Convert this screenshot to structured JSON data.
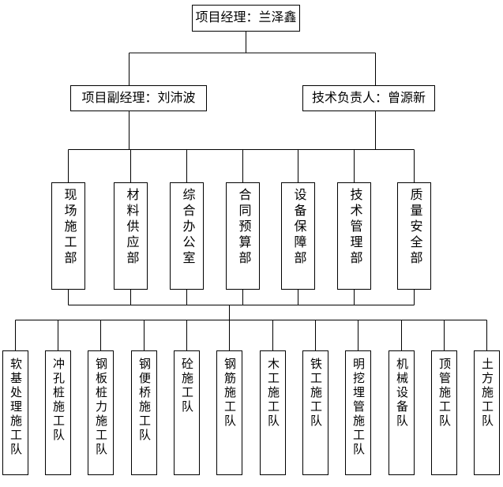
{
  "org_chart": {
    "nodes": {
      "manager": "项目经理：兰泽鑫",
      "deputy_manager": "项目副经理：刘沛波",
      "technical_lead": "技术负责人：曾源新",
      "departments": [
        "现场施工部",
        "材料供应部",
        "综合办公室",
        "合同预算部",
        "设备保障部",
        "技术管理部",
        "质量安全部"
      ],
      "teams": [
        "软基处理施工队",
        "冲孔桩施工队",
        "钢板桩力施工队",
        "钢便桥施工队",
        "砼施工队",
        "钢筋施工队",
        "木工施工队",
        "铁工施工队",
        "明挖埋管施工队",
        "机械设备队",
        "顶管施工队",
        "土方施工队"
      ]
    },
    "colors": {
      "line": "#000000",
      "box_border": "#000000",
      "box_background": "#ffffff",
      "text": "#000000"
    }
  }
}
